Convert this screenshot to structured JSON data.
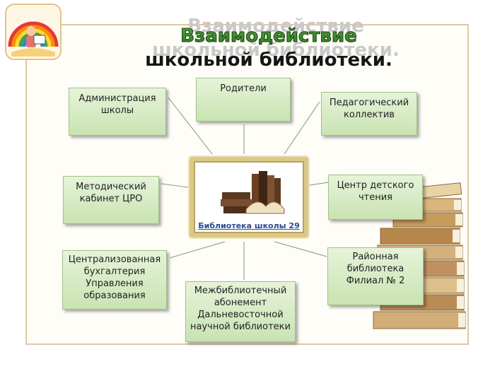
{
  "title": {
    "line1": "Взаимодействие",
    "line2": "школьной библиотеки."
  },
  "center": {
    "label": "Библиотека школы 29"
  },
  "nodes": {
    "admin": "Администрация\nшколы",
    "parents": "Родители",
    "teachers": "Педагогический\nколлектив",
    "method": "Методический\nкабинет ЦРО",
    "kids_center": "Центр детского\nчтения",
    "accounting": "Централизованная\nбухгалтерия\nУправления\nобразования",
    "district_lib": "Районная\nбиблиотека\nФилиал № 2",
    "interlibrary": "Межбиблиотечный\nабонемент\nДальневосточной\nнаучной библиотеки"
  },
  "colors": {
    "box_fill": "#d3e8c0",
    "box_border": "#9fc48a",
    "title_green": "#3e9a2c",
    "frame": "#e2c8a0",
    "center_link": "#2a4b8e"
  }
}
